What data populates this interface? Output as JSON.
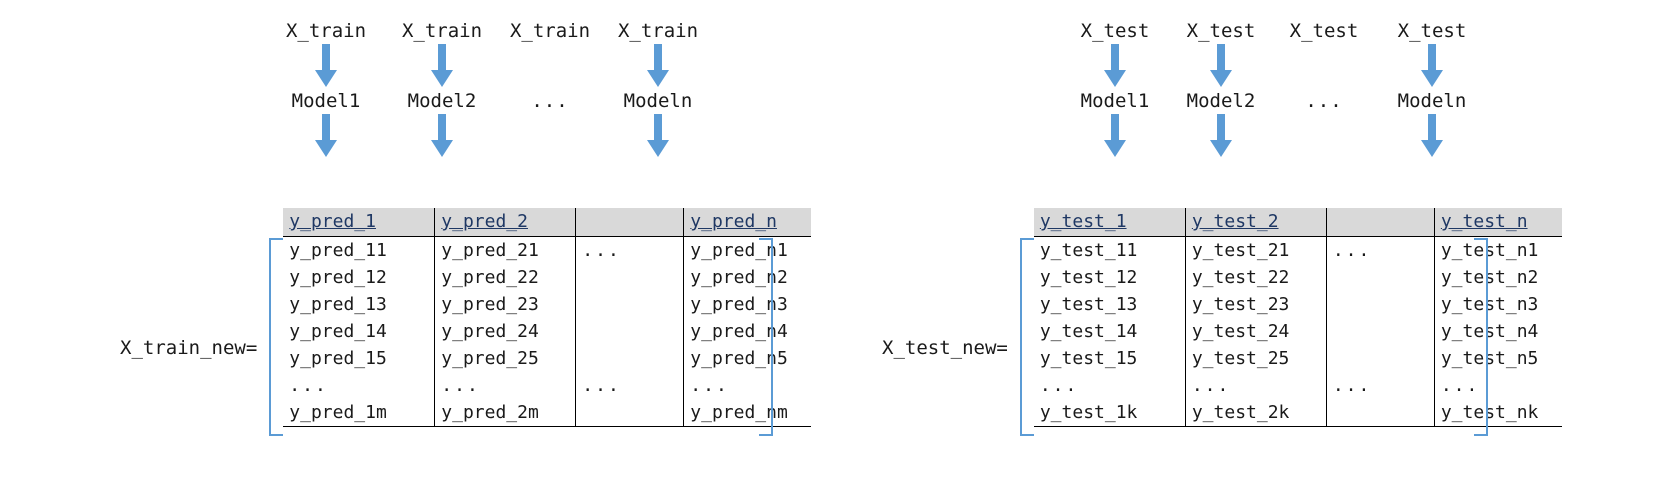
{
  "diagram": {
    "title_semantic": "stacking-ensemble-meta-feature-construction",
    "accent_color": "#5b9bd5",
    "header_fill": "#d9d9d9",
    "header_text_color": "#1f3864",
    "dots": "...",
    "blank": ""
  },
  "train": {
    "flow": {
      "inputs": [
        "X_train",
        "X_train",
        "X_train",
        "X_train"
      ],
      "models": [
        "Model1",
        "Model2",
        "...",
        "Modeln"
      ]
    },
    "equation_label": "X_train_new=",
    "table": {
      "headers": [
        "y_pred_1",
        "y_pred_2",
        "",
        "y_pred_n"
      ],
      "rows": [
        [
          "y_pred_11",
          "y_pred_21",
          "...",
          "y_pred_n1"
        ],
        [
          "y_pred_12",
          "y_pred_22",
          "",
          "y_pred_n2"
        ],
        [
          "y_pred_13",
          "y_pred_23",
          "",
          "y_pred_n3"
        ],
        [
          "y_pred_14",
          "y_pred_24",
          "",
          "y_pred_n4"
        ],
        [
          "y_pred_15",
          "y_pred_25",
          "",
          "y_pred_n5"
        ],
        [
          "...",
          "...",
          "...",
          "..."
        ],
        [
          "y_pred_1m",
          "y_pred_2m",
          "",
          "y_pred_nm"
        ]
      ]
    }
  },
  "test": {
    "flow": {
      "inputs": [
        "X_test",
        "X_test",
        "X_test",
        "X_test"
      ],
      "models": [
        "Model1",
        "Model2",
        "...",
        "Modeln"
      ]
    },
    "equation_label": "X_test_new=",
    "table": {
      "headers": [
        "y_test_1",
        "y_test_2",
        "",
        "y_test_n"
      ],
      "rows": [
        [
          "y_test_11",
          "y_test_21",
          "...",
          "y_test_n1"
        ],
        [
          "y_test_12",
          "y_test_22",
          "",
          "y_test_n2"
        ],
        [
          "y_test_13",
          "y_test_23",
          "",
          "y_test_n3"
        ],
        [
          "y_test_14",
          "y_test_24",
          "",
          "y_test_n4"
        ],
        [
          "y_test_15",
          "y_test_25",
          "",
          "y_test_n5"
        ],
        [
          "...",
          "...",
          "...",
          "..."
        ],
        [
          "y_test_1k",
          "y_test_2k",
          "",
          "y_test_nk"
        ]
      ]
    }
  }
}
